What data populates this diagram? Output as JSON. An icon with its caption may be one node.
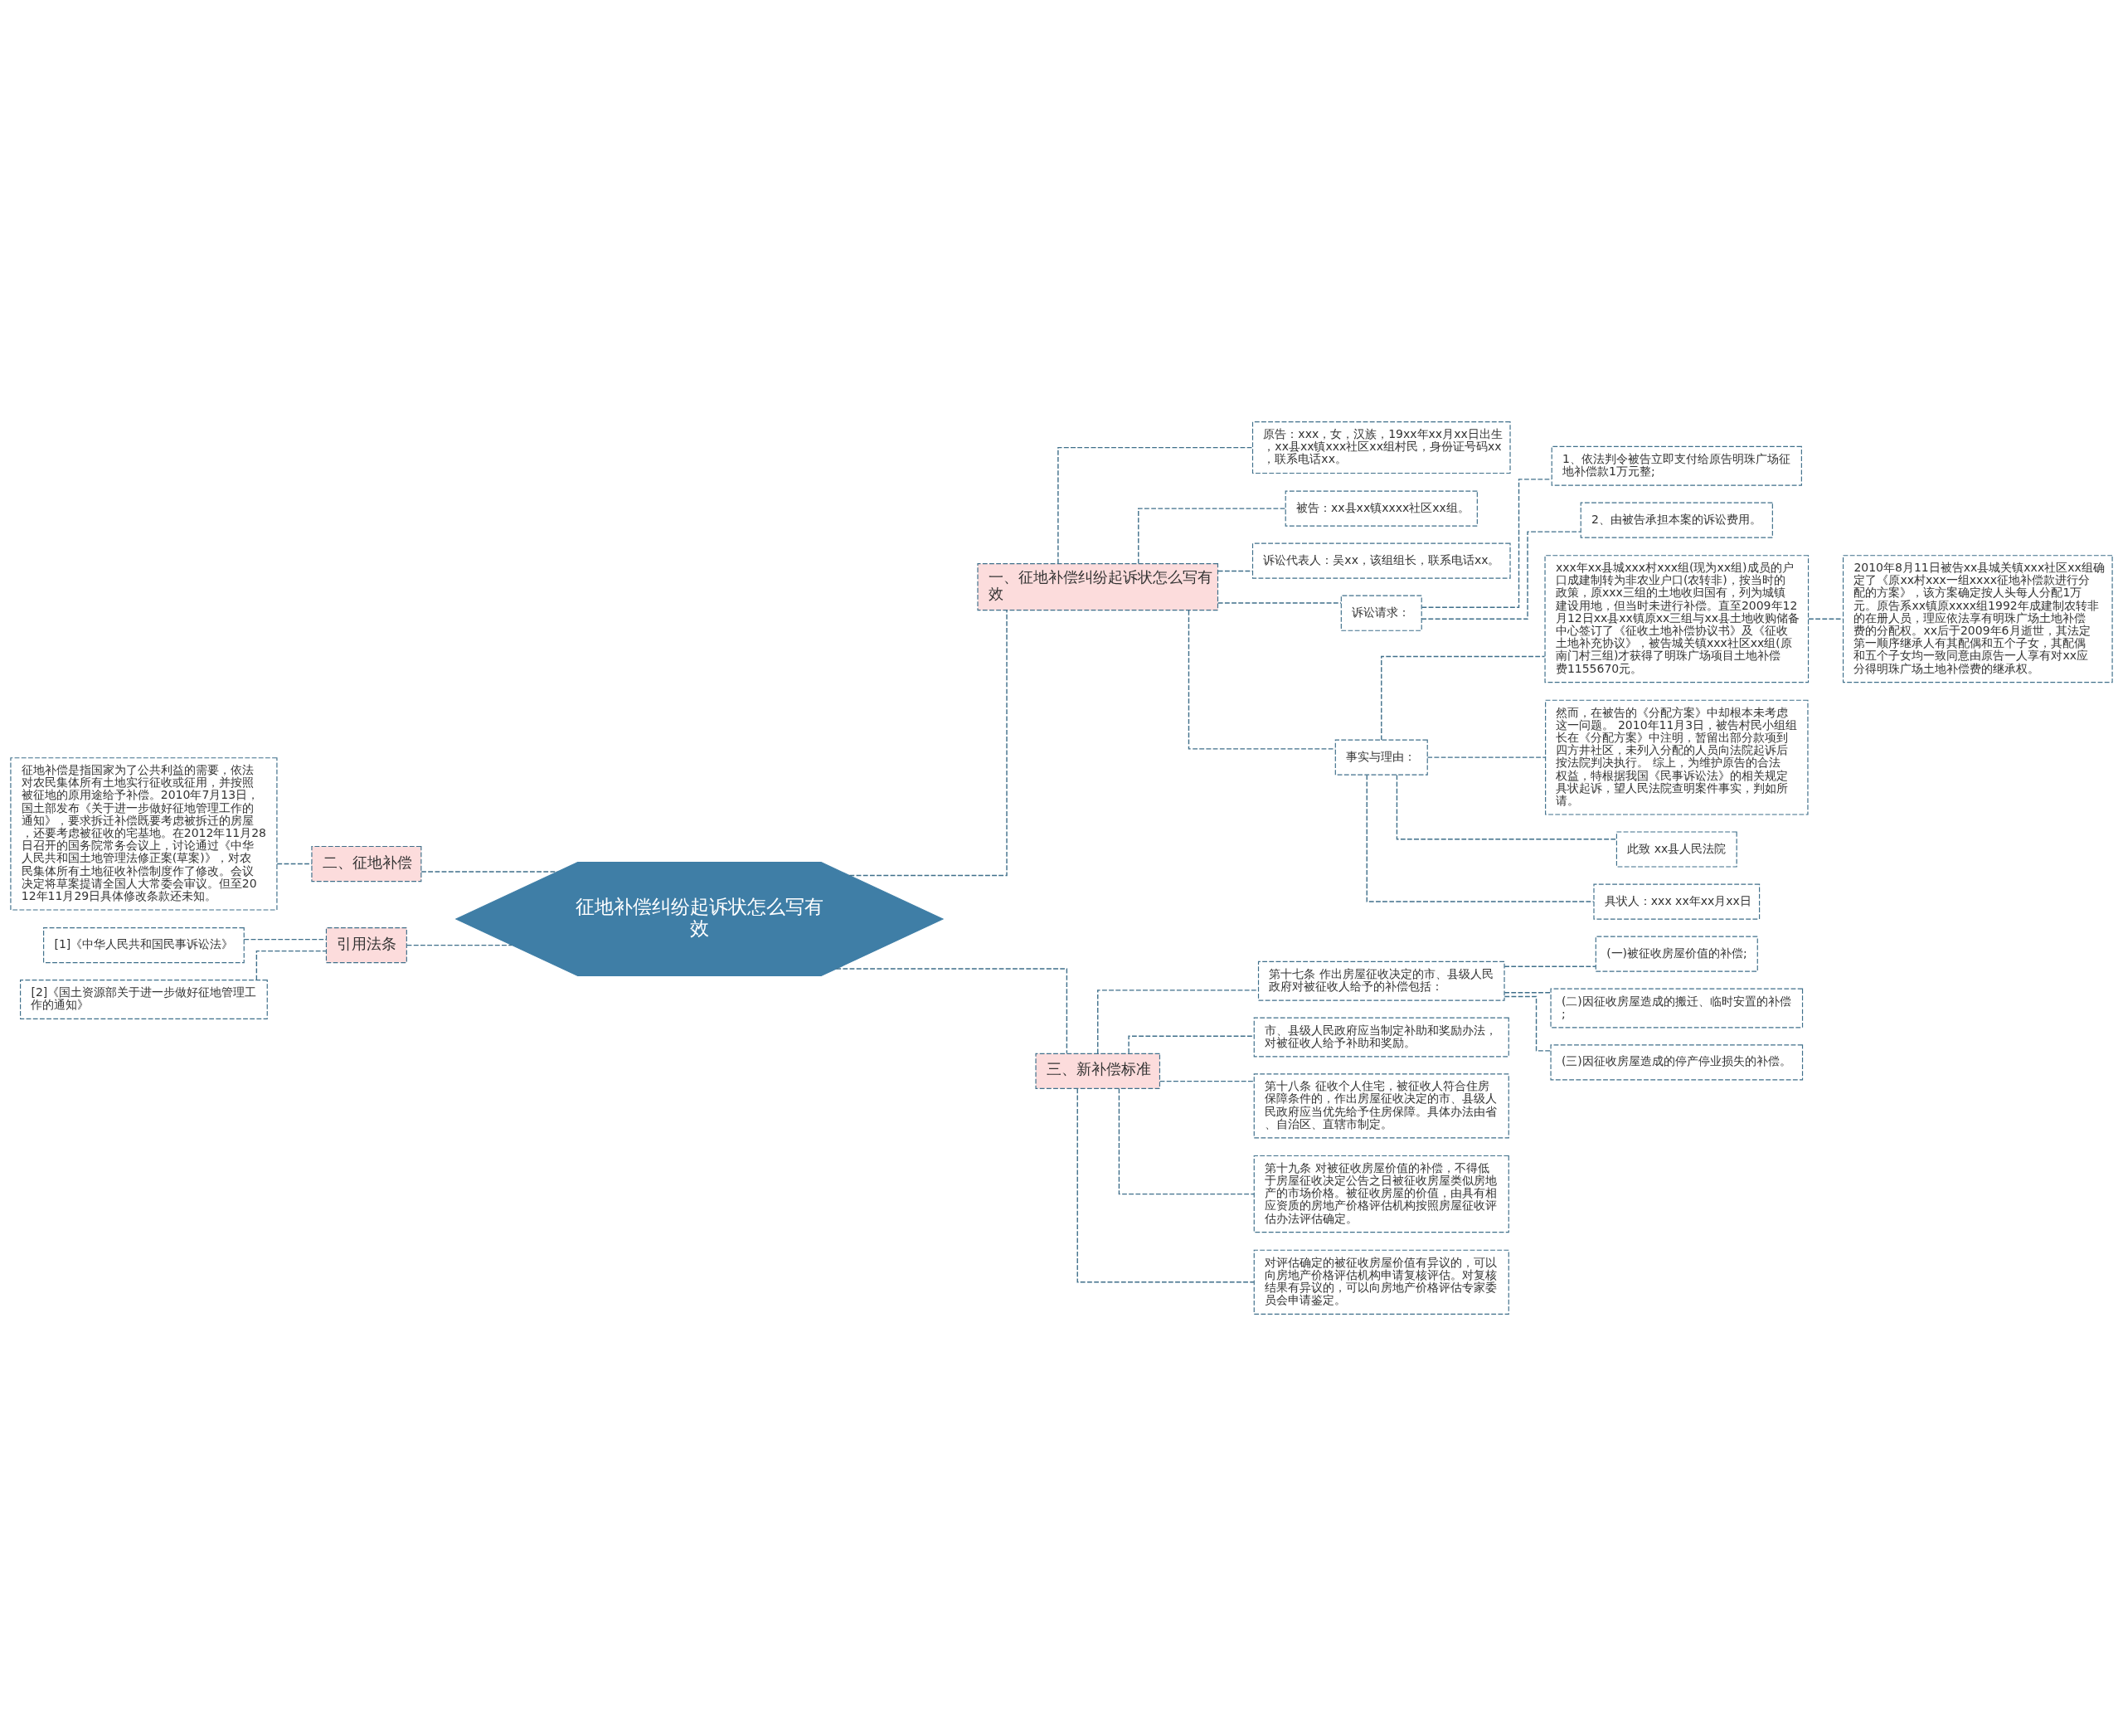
{
  "diagram": {
    "nodes": [
      {
        "text": [
          "征地补偿纠纷起诉状怎么写有效"
        ]
      },
      {
        "text": [
          "一、征地补偿纠纷起诉状怎么写有效"
        ]
      },
      {
        "text": [
          "原告：xxx，女，汉族，19xx年xx月xx日出生，xx县xx镇xxx社区xx组村民，身份证号码xx，联系电话xx。"
        ]
      },
      {
        "text": [
          "被告：xx县xx镇xxxx社区xx组。"
        ]
      },
      {
        "text": [
          "诉讼代表人：吴xx，该组组长，联系电话xx。"
        ]
      },
      {
        "text": [
          "诉讼请求："
        ]
      },
      {
        "text": [
          "1、依法判令被告立即支付给原告明珠广场征地补偿款1万元整;"
        ]
      },
      {
        "text": [
          "2、由被告承担本案的诉讼费用。"
        ]
      },
      {
        "text": [
          "事实与理由："
        ]
      },
      {
        "text": [
          "xxx年xx县城xxx村xxx组(现为xx组)成员的户口成建制转为非农业户口(农转非)，按当时的政策，原xxx三组的土地收归国有，列为城镇建设用地，但当时未进行补偿。直至2009年12月12日xx县xx镇原xx三组与xx县土地收购储备中心签订了《征收土地补偿协议书》及《征收土地补充协议》，被告城关镇xxx社区xx组(原南门村三组)才获得了明珠广场项目土地补偿费1155670元。"
        ]
      },
      {
        "text": [
          "2010年8月11日被告xx县城关镇xxx社区xx组确定了《原xx村xxx一组xxxx征地补偿款进行分配的方案》，该方案确定按人头每人分配1万元。原告系xx镇原xxxx组1992年成建制农转非的在册人员，理应依法享有明珠广场土地补偿费的分配权。xx后于2009年6月逝世，其法定第一顺序继承人有其配偶和五个子女，其配偶和五个子女均一致同意由原告一人享有对xx应分得明珠广场土地补偿费的继承权。"
        ]
      },
      {
        "text": [
          "然而，在被告的《分配方案》中却根本未考虑这一问题。 2010年11月3日，被告村民小组组长在《分配方案》中注明，暂留出部分款项到四方井社区，未列入分配的人员向法院起诉后按法院判决执行。 综上，为维护原告的合法权益，特根据我国《民事诉讼法》的相关规定具状起诉，望人民法院查明案件事实，判如所请。"
        ]
      },
      {
        "text": [
          "此致 xx县人民法院"
        ]
      },
      {
        "text": [
          "具状人：xxx xx年xx月xx日"
        ]
      },
      {
        "text": [
          "三、新补偿标准"
        ]
      },
      {
        "text": [
          "第十七条 作出房屋征收决定的市、县级人民政府对被征收人给予的补偿包括："
        ]
      },
      {
        "text": [
          "(一)被征收房屋价值的补偿;"
        ]
      },
      {
        "text": [
          "(二)因征收房屋造成的搬迁、临时安置的补偿;"
        ]
      },
      {
        "text": [
          "(三)因征收房屋造成的停产停业损失的补偿。"
        ]
      },
      {
        "text": [
          "市、县级人民政府应当制定补助和奖励办法，对被征收人给予补助和奖励。"
        ]
      },
      {
        "text": [
          "第十八条 征收个人住宅，被征收人符合住房保障条件的，作出房屋征收决定的市、县级人民政府应当优先给予住房保障。具体办法由省、自治区、直辖市制定。"
        ]
      },
      {
        "text": [
          "第十九条 对被征收房屋价值的补偿，不得低于房屋征收决定公告之日被征收房屋类似房地产的市场价格。被征收房屋的价值，由具有相应资质的房地产价格评估机构按照房屋征收评估办法评估确定。"
        ]
      },
      {
        "text": [
          "对评估确定的被征收房屋价值有异议的，可以向房地产价格评估机构申请复核评估。对复核结果有异议的，可以向房地产价格评估专家委员会申请鉴定。"
        ]
      },
      {
        "text": [
          "二、征地补偿"
        ]
      },
      {
        "text": [
          "征地补偿是指国家为了公共利益的需要，依法对农民集体所有土地实行征收或征用，并按照被征地的原用途给予补偿。2010年7月13日，国土部发布《关于进一步做好征地管理工作的通知》，要求拆迁补偿既要考虑被拆迁的房屋，还要考虑被征收的宅基地。在2012年11月28日召开的国务院常务会议上，讨论通过《中华人民共和国土地管理法修正案(草案)》，对农民集体所有土地征收补偿制度作了修改。会议决定将草案提请全国人大常委会审议。但至2012年11月29日具体修改条款还未知。"
        ]
      },
      {
        "text": [
          "引用法条"
        ]
      },
      {
        "text": [
          "[1]《中华人民共和国民事诉讼法》"
        ]
      },
      {
        "text": [
          "[2]《国土资源部关于进一步做好征地管理工作的通知》"
        ]
      }
    ],
    "edges": [
      {
        "from": 0,
        "to": 1,
        "arrow": "none",
        "style": "dashed"
      },
      {
        "from": 1,
        "to": 2,
        "arrow": "none",
        "style": "dashed"
      },
      {
        "from": 1,
        "to": 3,
        "arrow": "none",
        "style": "dashed"
      },
      {
        "from": 1,
        "to": 4,
        "arrow": "none",
        "style": "dashed"
      },
      {
        "from": 1,
        "to": 5,
        "arrow": "none",
        "style": "dashed"
      },
      {
        "from": 5,
        "to": 6,
        "arrow": "none",
        "style": "dashed"
      },
      {
        "from": 5,
        "to": 7,
        "arrow": "none",
        "style": "dashed"
      },
      {
        "from": 1,
        "to": 8,
        "arrow": "none",
        "style": "dashed"
      },
      {
        "from": 8,
        "to": 9,
        "arrow": "none",
        "style": "dashed"
      },
      {
        "from": 9,
        "to": 10,
        "arrow": "none",
        "style": "dashed"
      },
      {
        "from": 8,
        "to": 11,
        "arrow": "none",
        "style": "dashed"
      },
      {
        "from": 8,
        "to": 12,
        "arrow": "none",
        "style": "dashed"
      },
      {
        "from": 8,
        "to": 13,
        "arrow": "none",
        "style": "dashed"
      },
      {
        "from": 0,
        "to": 14,
        "arrow": "none",
        "style": "dashed"
      },
      {
        "from": 14,
        "to": 15,
        "arrow": "none",
        "style": "dashed"
      },
      {
        "from": 15,
        "to": 16,
        "arrow": "none",
        "style": "dashed"
      },
      {
        "from": 15,
        "to": 17,
        "arrow": "none",
        "style": "dashed"
      },
      {
        "from": 15,
        "to": 18,
        "arrow": "none",
        "style": "dashed"
      },
      {
        "from": 14,
        "to": 19,
        "arrow": "none",
        "style": "dashed"
      },
      {
        "from": 14,
        "to": 20,
        "arrow": "none",
        "style": "dashed"
      },
      {
        "from": 14,
        "to": 21,
        "arrow": "none",
        "style": "dashed"
      },
      {
        "from": 14,
        "to": 22,
        "arrow": "none",
        "style": "dashed"
      },
      {
        "from": 23,
        "to": 0,
        "arrow": "none",
        "style": "dashed"
      },
      {
        "from": 24,
        "to": 23,
        "arrow": "none",
        "style": "dashed"
      },
      {
        "from": 25,
        "to": 0,
        "arrow": "none",
        "style": "dashed"
      },
      {
        "from": 26,
        "to": 25,
        "arrow": "none",
        "style": "dashed"
      },
      {
        "from": 27,
        "to": 25,
        "arrow": "none",
        "style": "dashed"
      }
    ]
  }
}
